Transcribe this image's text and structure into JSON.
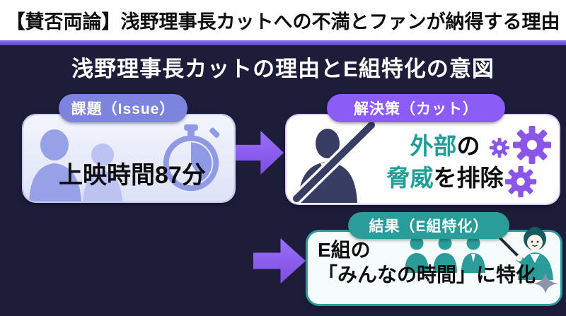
{
  "banner": {
    "title": "【賛否両論】浅野理事長カットへの不満とファンが納得する理由"
  },
  "heading": {
    "title": "浅野理事長カットの理由とE組特化の意図"
  },
  "issue": {
    "badge": "課題（Issue）",
    "text": "上映時間87分",
    "icons": [
      "people-silhouette-icon",
      "stopwatch-icon"
    ]
  },
  "solution": {
    "badge": "解決策（カット）",
    "line1_em": "外部",
    "line1_rest": "の",
    "line2_em": "脅威",
    "line2_rest": "を排除",
    "icons": [
      "no-person-icon",
      "gears-icon"
    ]
  },
  "result": {
    "badge": "結果（E組特化）",
    "line1": "E組の",
    "line2": "「みんなの時間」に特化",
    "icons": [
      "group-icon",
      "teacher-icon"
    ]
  },
  "decorations": {
    "corner_icon": "sparkle-icon"
  },
  "colors": {
    "background": "#1d1d3a",
    "banner_bg": "#ffffff",
    "banner_text": "#0e0e0e",
    "divider_purple": "#6f5bd8",
    "title_text": "#ffffff",
    "issue_badge": "#7d84de",
    "issue_card_bg": "#e9edf9",
    "issue_icon": "#97a1e7",
    "solution_badge": "#8b5cf6",
    "arrow_purple": "#8a5cf5",
    "gear_purple": "#8b55ea",
    "silhouette_navy": "#383d63",
    "teal": "#2a9d9a",
    "teal_text": "#1f9e98",
    "body_text": "#0d0d0d"
  }
}
